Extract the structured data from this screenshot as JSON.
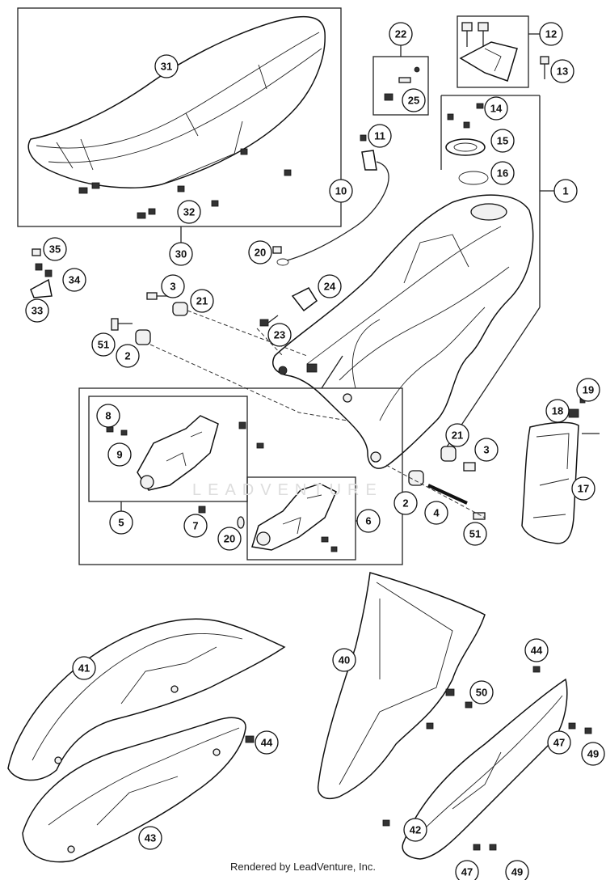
{
  "diagram": {
    "callouts": {
      "c1": "1",
      "c2a": "2",
      "c2b": "2",
      "c3a": "3",
      "c3b": "3",
      "c4": "4",
      "c5": "5",
      "c6": "6",
      "c7": "7",
      "c8": "8",
      "c9": "9",
      "c10": "10",
      "c11": "11",
      "c12": "12",
      "c13": "13",
      "c14": "14",
      "c15": "15",
      "c16": "16",
      "c17": "17",
      "c18": "18",
      "c19": "19",
      "c20a": "20",
      "c20b": "20",
      "c21a": "21",
      "c21b": "21",
      "c22": "22",
      "c23": "23",
      "c24": "24",
      "c25": "25",
      "c30": "30",
      "c31": "31",
      "c32": "32",
      "c33": "33",
      "c34": "34",
      "c35": "35",
      "c40": "40",
      "c41": "41",
      "c42": "42",
      "c43": "43",
      "c44a": "44",
      "c44b": "44",
      "c47a": "47",
      "c47b": "47",
      "c49a": "49",
      "c49b": "49",
      "c50": "50",
      "c51a": "51",
      "c51b": "51"
    },
    "watermark": "LEADVENTURE",
    "footer": "Rendered by LeadVenture, Inc."
  }
}
